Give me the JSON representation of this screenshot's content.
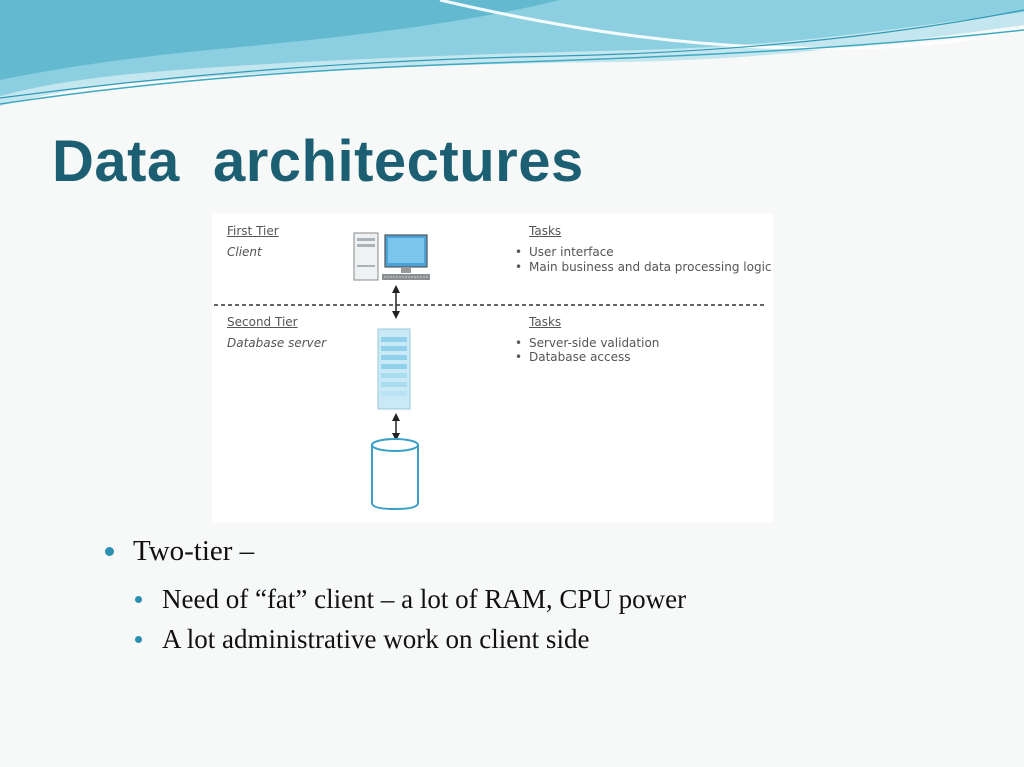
{
  "slide": {
    "title": "Data  architectures"
  },
  "figure": {
    "first_tier": {
      "label": "First Tier",
      "role": "Client"
    },
    "first_tasks": {
      "label": "Tasks",
      "items": [
        "User interface",
        "Main business and data processing logic"
      ]
    },
    "second_tier": {
      "label": "Second Tier",
      "role": "Database server"
    },
    "second_tasks": {
      "label": "Tasks",
      "items": [
        "Server-side validation",
        "Database access"
      ]
    }
  },
  "bullets": {
    "main": "Two-tier –",
    "sub": [
      "Need of “fat” client – a lot of RAM, CPU power",
      "A lot administrative work on client side"
    ]
  },
  "colors": {
    "title": "#1c5f72",
    "bullet": "#2a8fb0",
    "wave_light": "#bfe3ec",
    "wave_dark": "#5cb6cc"
  }
}
